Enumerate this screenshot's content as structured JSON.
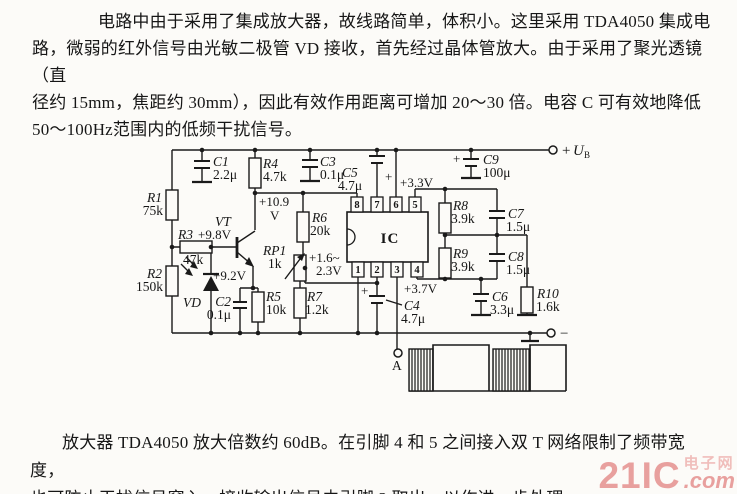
{
  "page": {
    "background": "#fcfbf8",
    "ink": "#161616"
  },
  "intro": {
    "lines": [
      "电路中由于采用了集成放大器，故线路简单，体积小。这里采用 TDA4050 集成电",
      "路，微弱的红外信号由光敏二极管 VD 接收，首先经过晶体管放大。由于采用了聚光透镜（直",
      "径约 15mm，焦距约 30mm），因此有效作用距离可增加 20～30 倍。电容 C 可有效地降低",
      "50～100Hz范围内的低频干扰信号。"
    ]
  },
  "note": {
    "lines": [
      "放大器 TDA4050 放大倍数约 60dB。在引脚 4 和 5 之间接入双 T 网络限制了频带宽度，",
      "也可防止干扰信号窜入。接收输出信号由引脚 3 取出，以作进一步处理。"
    ]
  },
  "watermark": {
    "brand": "21IC",
    "cn": "电子网",
    "com": ".com",
    "color": "#ea9b9b"
  },
  "sch": {
    "r1_ref": "R1",
    "r1_val": "75k",
    "r2_ref": "R2",
    "r2_val": "150k",
    "r3_ref": "R3",
    "r3_val": "47k",
    "v_base": "+9.8V",
    "r4_ref": "R4",
    "r4_val": "4.7k",
    "r5_ref": "R5",
    "r5_val": "10k",
    "r6_ref": "R6",
    "r6_val": "20k",
    "r7_ref": "R7",
    "r7_val": "1.2k",
    "r8_ref": "R8",
    "r8_val": "3.9k",
    "r9_ref": "R9",
    "r9_val": "3.9k",
    "r10_ref": "R10",
    "r10_val": "1.6k",
    "rp1_ref": "RP1",
    "rp1_val": "1k",
    "v_wiper_a": "+1.6~",
    "v_wiper_b": "2.3V",
    "c1_ref": "C1",
    "c1_val": "2.2μ",
    "c2_ref": "C2",
    "c2_val": "0.1μ",
    "c3_ref": "C3",
    "c3_val": "0.1μ",
    "c4_ref": "C4",
    "c4_val": "4.7μ",
    "c5_ref": "C5",
    "c5_val": "4.7μ",
    "c6_ref": "C6",
    "c6_val": "3.3μ",
    "c7_ref": "C7",
    "c7_val": "1.5μ",
    "c8_ref": "C8",
    "c8_val": "1.5μ",
    "c9_ref": "C9",
    "c9_val": "100μ",
    "vd_ref": "VD",
    "vt_ref": "VT",
    "ic_ref": "IC",
    "v_emitter": "+9.2V",
    "v_collector": "+10.9",
    "v_collector_unit": "V",
    "v_pin5": "+3.3V",
    "v_pin4": "+3.7V",
    "plus": "+",
    "minus": "−",
    "ub_plus": "+",
    "ub_u": "U",
    "ub_b": "B",
    "term_a": "A",
    "p1": "1",
    "p2": "2",
    "p3": "3",
    "p4": "4",
    "p5": "5",
    "p6": "6",
    "p7": "7",
    "p8": "8"
  }
}
